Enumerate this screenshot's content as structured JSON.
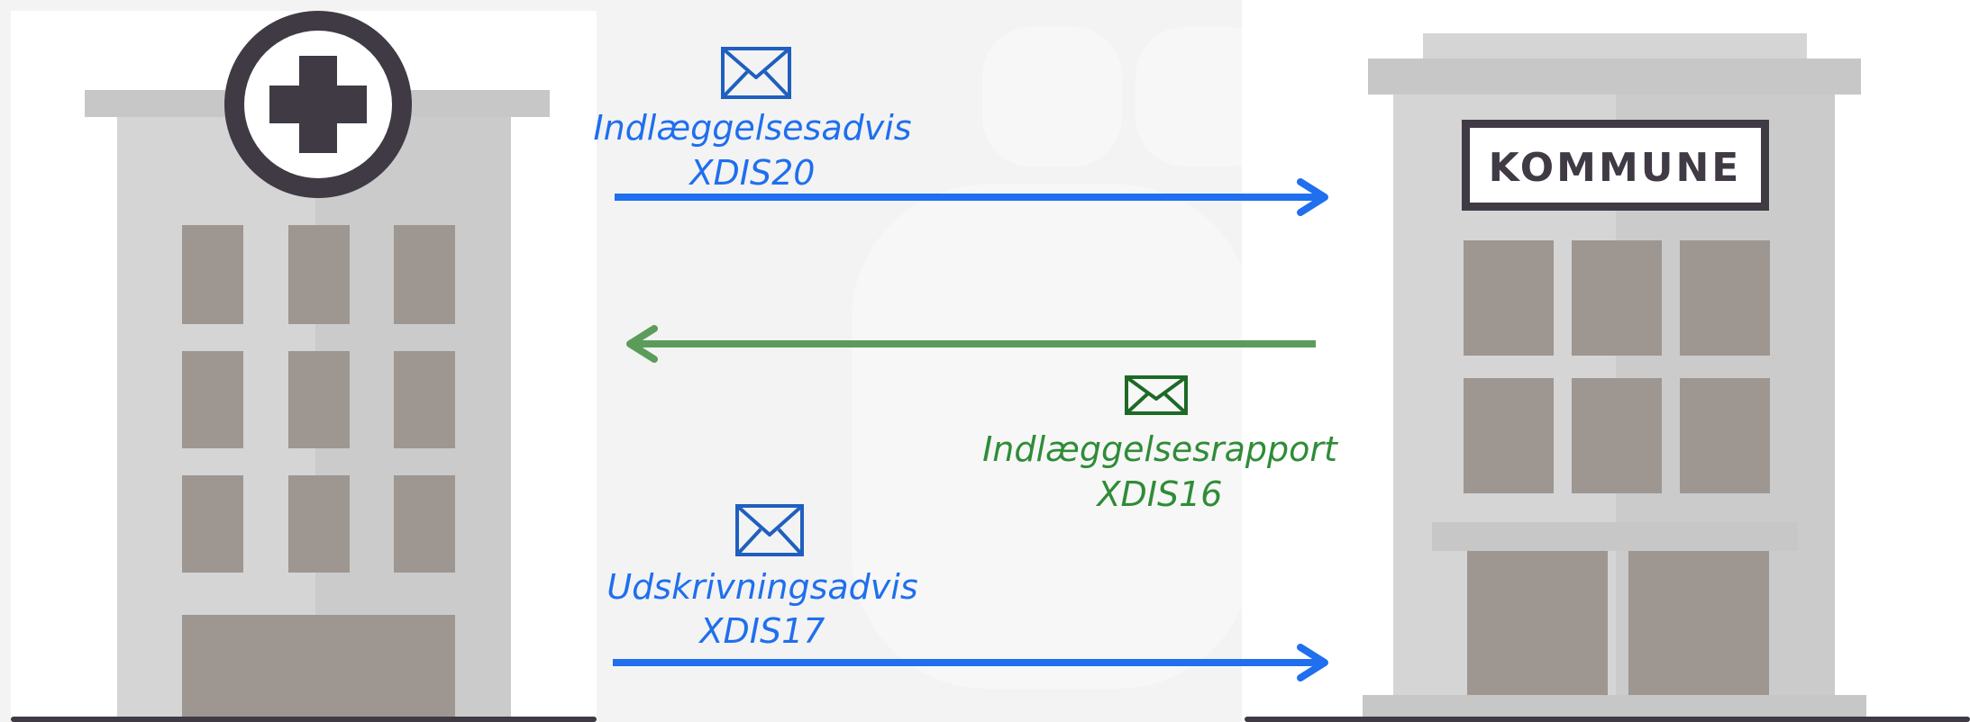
{
  "colors": {
    "background": "#f3f3f3",
    "building_light": "#d5d5d5",
    "building_dark": "#c7c7c7",
    "window": "#9e9691",
    "hospital_badge": "#3f3a44",
    "blue_arrow": "#1f6fee",
    "green_arrow": "#5c9c5b",
    "green_text": "#2f8c37",
    "envelope_blue": "#1f5fbf",
    "envelope_green": "#1d6a27"
  },
  "icons": {
    "hospital": "hospital-building-icon",
    "kommune": "municipality-building-icon",
    "envelope": "envelope-icon",
    "arrow_right": "arrow-right-icon",
    "arrow_left": "arrow-left-icon"
  },
  "kommune_sign": "KOMMUNE",
  "messages": [
    {
      "title": "Indlæggelsesadvis",
      "code": "XDIS20",
      "direction": "right",
      "color": "blue"
    },
    {
      "title": "Indlæggelsesrapport",
      "code": "XDIS16",
      "direction": "left",
      "color": "green"
    },
    {
      "title": "Udskrivningsadvis",
      "code": "XDIS17",
      "direction": "right",
      "color": "blue"
    }
  ]
}
